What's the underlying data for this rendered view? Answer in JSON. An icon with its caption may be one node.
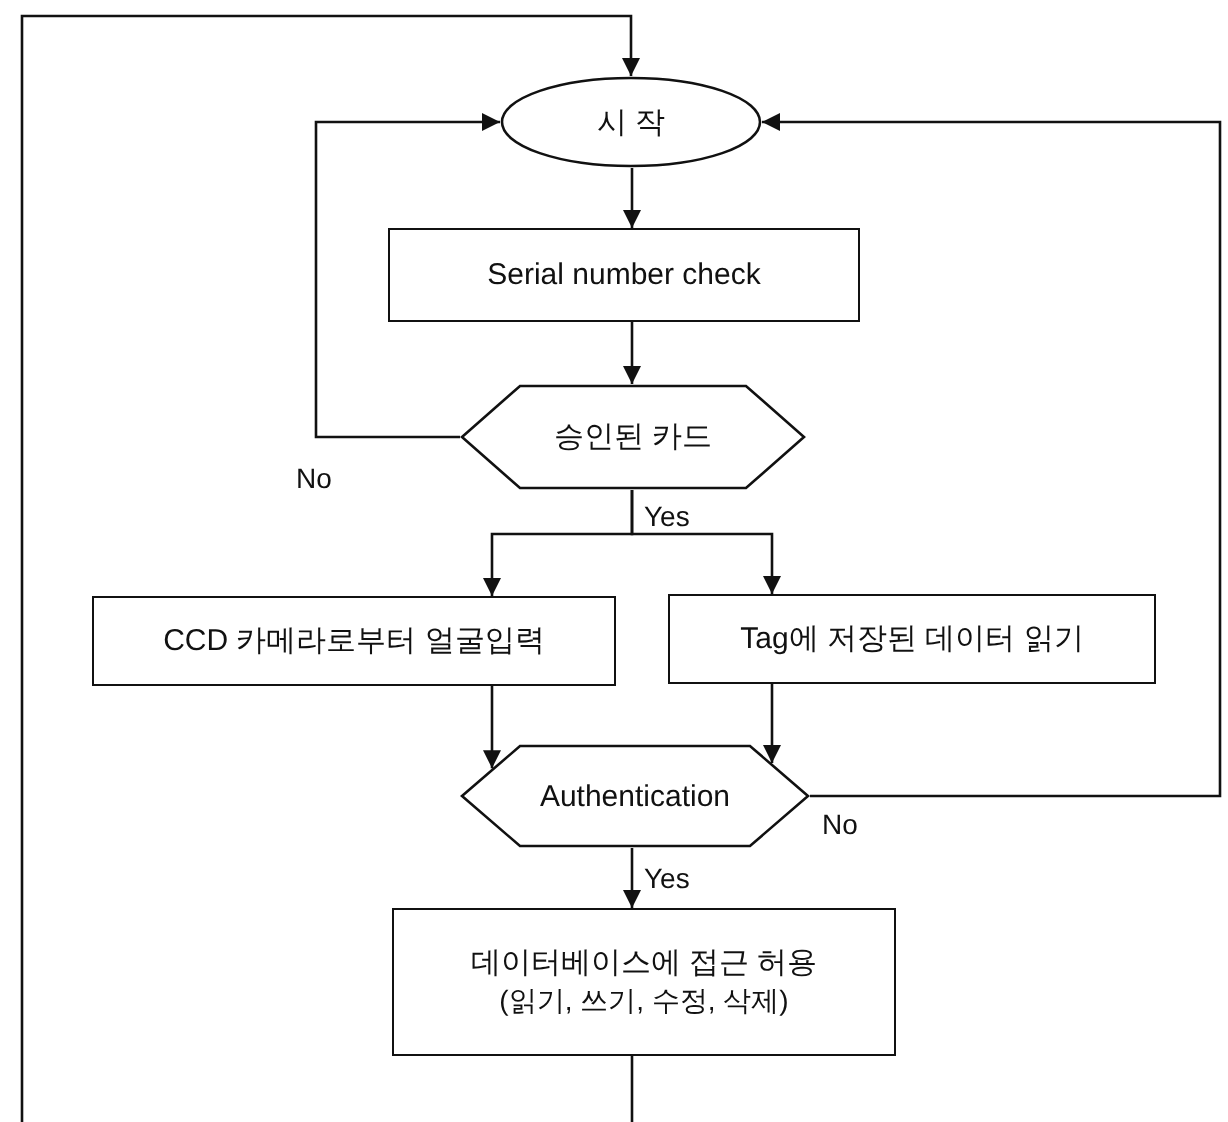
{
  "diagram": {
    "nodes": [
      {
        "text": [
          "시 작"
        ]
      },
      {
        "text": [
          "Serial number check"
        ]
      },
      {
        "text": [
          "승인된 카드"
        ]
      },
      {
        "text": [
          "CCD 카메라로부터 얼굴입력"
        ]
      },
      {
        "text": [
          "Tag에 저장된 데이터 읽기"
        ]
      },
      {
        "text": [
          "Authentication"
        ]
      },
      {
        "text": [
          "데이터베이스에 접근 허용",
          "(읽기, 쓰기, 수정, 삭제)"
        ]
      }
    ],
    "edges": [
      {
        "from": 0,
        "to": 1,
        "arrow": "to"
      },
      {
        "from": 1,
        "to": 2,
        "arrow": "to"
      },
      {
        "from": 2,
        "to": 0,
        "arrow": "to",
        "label": "No"
      },
      {
        "from": 2,
        "to": 3,
        "arrow": "to",
        "label": "Yes"
      },
      {
        "from": 2,
        "to": 4,
        "arrow": "to"
      },
      {
        "from": 3,
        "to": 5,
        "arrow": "to"
      },
      {
        "from": 4,
        "to": 5,
        "arrow": "to"
      },
      {
        "from": 5,
        "to": 0,
        "arrow": "to",
        "label": "No"
      },
      {
        "from": 5,
        "to": 6,
        "arrow": "to",
        "label": "Yes"
      },
      {
        "from": 6,
        "to": null,
        "arrow": "none"
      },
      {
        "from": null,
        "to": 0,
        "arrow": "to"
      }
    ]
  }
}
